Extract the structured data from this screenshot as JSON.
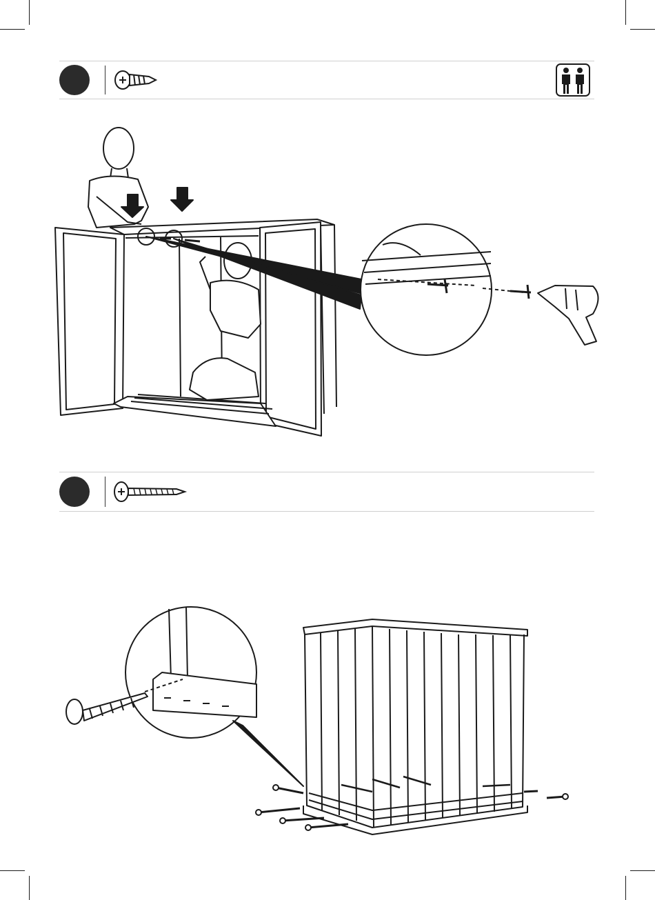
{
  "page": {
    "background": "#ffffff",
    "ink": "#1a1a1a",
    "steps": 2
  },
  "step1": {
    "icon_part": "short-screw-icon",
    "icon_people": "two-person-icon",
    "detail": "magnifier-circle-top-screws"
  },
  "step2": {
    "icon_part": "long-screw-icon",
    "detail": "magnifier-circle-floor-screw"
  }
}
